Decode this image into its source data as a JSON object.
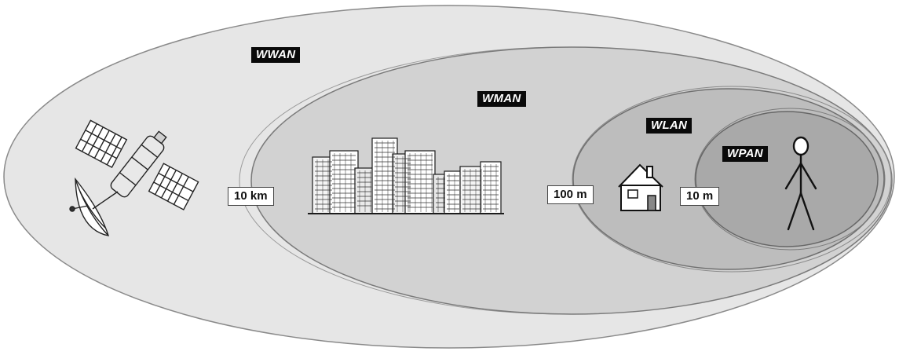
{
  "networks": [
    {
      "key": "wwan",
      "label": "WWAN"
    },
    {
      "key": "wman",
      "label": "WMAN"
    },
    {
      "key": "wlan",
      "label": "WLAN"
    },
    {
      "key": "wpan",
      "label": "WPAN"
    }
  ],
  "ranges": [
    {
      "key": "wman_boundary",
      "label": "10 km"
    },
    {
      "key": "wlan_boundary",
      "label": "100 m"
    },
    {
      "key": "wpan_boundary",
      "label": "10 m"
    }
  ],
  "icons": [
    "satellite-icon",
    "city-skyline-icon",
    "house-icon",
    "person-icon"
  ],
  "colors": {
    "wwan_fill": "#e6e6e6",
    "wman_fill": "#d2d2d2",
    "wlan_fill": "#bdbdbd",
    "wpan_fill": "#a9a9a9",
    "outline": "#7a7a7a",
    "tag_bg": "#0a0a0a",
    "tag_text": "#ffffff"
  }
}
